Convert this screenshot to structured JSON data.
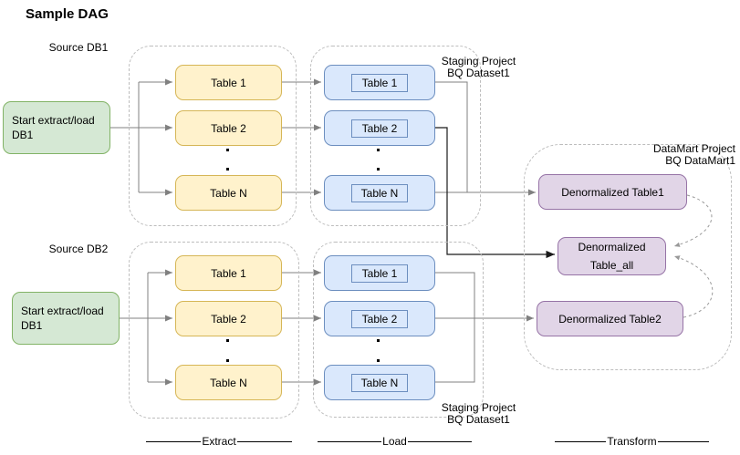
{
  "title": "Sample DAG",
  "colors": {
    "source_fill": "#d5e8d4",
    "source_stroke": "#82b366",
    "extract_fill": "#fff2cc",
    "extract_stroke": "#d6b656",
    "load_fill": "#dae8fc",
    "load_stroke": "#6c8ebf",
    "transform_fill": "#e1d5e7",
    "transform_stroke": "#9673a6",
    "connector": "#808080",
    "connector_dark": "#1a1a1a",
    "frame_dash": "#bdbdbd",
    "curve_dash": "#999999"
  },
  "groups": [
    {
      "source_label": "Source DB1",
      "start_node": {
        "line1": "Start extract/load",
        "line2": "DB1"
      },
      "extract_tables": [
        "Table 1",
        "Table 2",
        "Table N"
      ],
      "load_tables": [
        "Table 1",
        "Table 2",
        "Table N"
      ],
      "staging_label": {
        "line1": "Staging Project",
        "line2": "BQ Dataset1"
      }
    },
    {
      "source_label": "Source DB2",
      "start_node": {
        "line1": "Start extract/load",
        "line2": "DB1"
      },
      "extract_tables": [
        "Table 1",
        "Table 2",
        "Table N"
      ],
      "load_tables": [
        "Table 1",
        "Table 2",
        "Table N"
      ],
      "staging_label": {
        "line1": "Staging Project",
        "line2": "BQ Dataset1"
      }
    }
  ],
  "datamart": {
    "label": {
      "line1": "DataMart Project",
      "line2": "BQ DataMart1"
    },
    "nodes": [
      {
        "label": "Denormalized Table1"
      },
      {
        "line1": "Denormalized",
        "line2": "Table_all"
      },
      {
        "label": "Denormalized Table2"
      }
    ]
  },
  "footer": {
    "extract": "Extract",
    "load": "Load",
    "transform": "Transform"
  },
  "ellipsis_marker": "."
}
